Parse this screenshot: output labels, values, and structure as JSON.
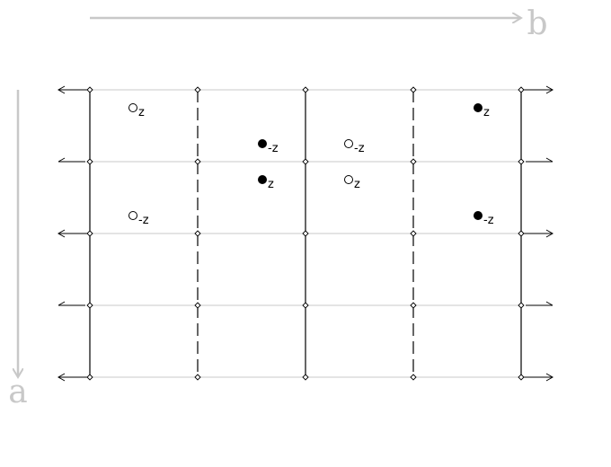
{
  "axes": {
    "horizontal_label": "b",
    "vertical_label": "a",
    "color": "#c8c8c8"
  },
  "grid": {
    "columns": 4,
    "rows": 4,
    "solid_lines_at_half_columns": [
      0,
      2,
      4
    ],
    "dashed_lines_at_half_columns": [
      1,
      3
    ],
    "line_color": "#000000",
    "grid_color": "#c8c8c8"
  },
  "atoms": [
    {
      "col": 0.4,
      "row": 0.25,
      "fill": "open",
      "label": "z"
    },
    {
      "col": 1.6,
      "row": 0.75,
      "fill": "filled",
      "label": "-z"
    },
    {
      "col": 2.4,
      "row": 0.75,
      "fill": "open",
      "label": "-z"
    },
    {
      "col": 3.6,
      "row": 0.25,
      "fill": "filled",
      "label": "z"
    },
    {
      "col": 1.6,
      "row": 1.25,
      "fill": "filled",
      "label": "z"
    },
    {
      "col": 2.4,
      "row": 1.25,
      "fill": "open",
      "label": "z"
    },
    {
      "col": 0.4,
      "row": 1.75,
      "fill": "open",
      "label": "-z"
    },
    {
      "col": 3.6,
      "row": 1.75,
      "fill": "filled",
      "label": "-z"
    }
  ]
}
